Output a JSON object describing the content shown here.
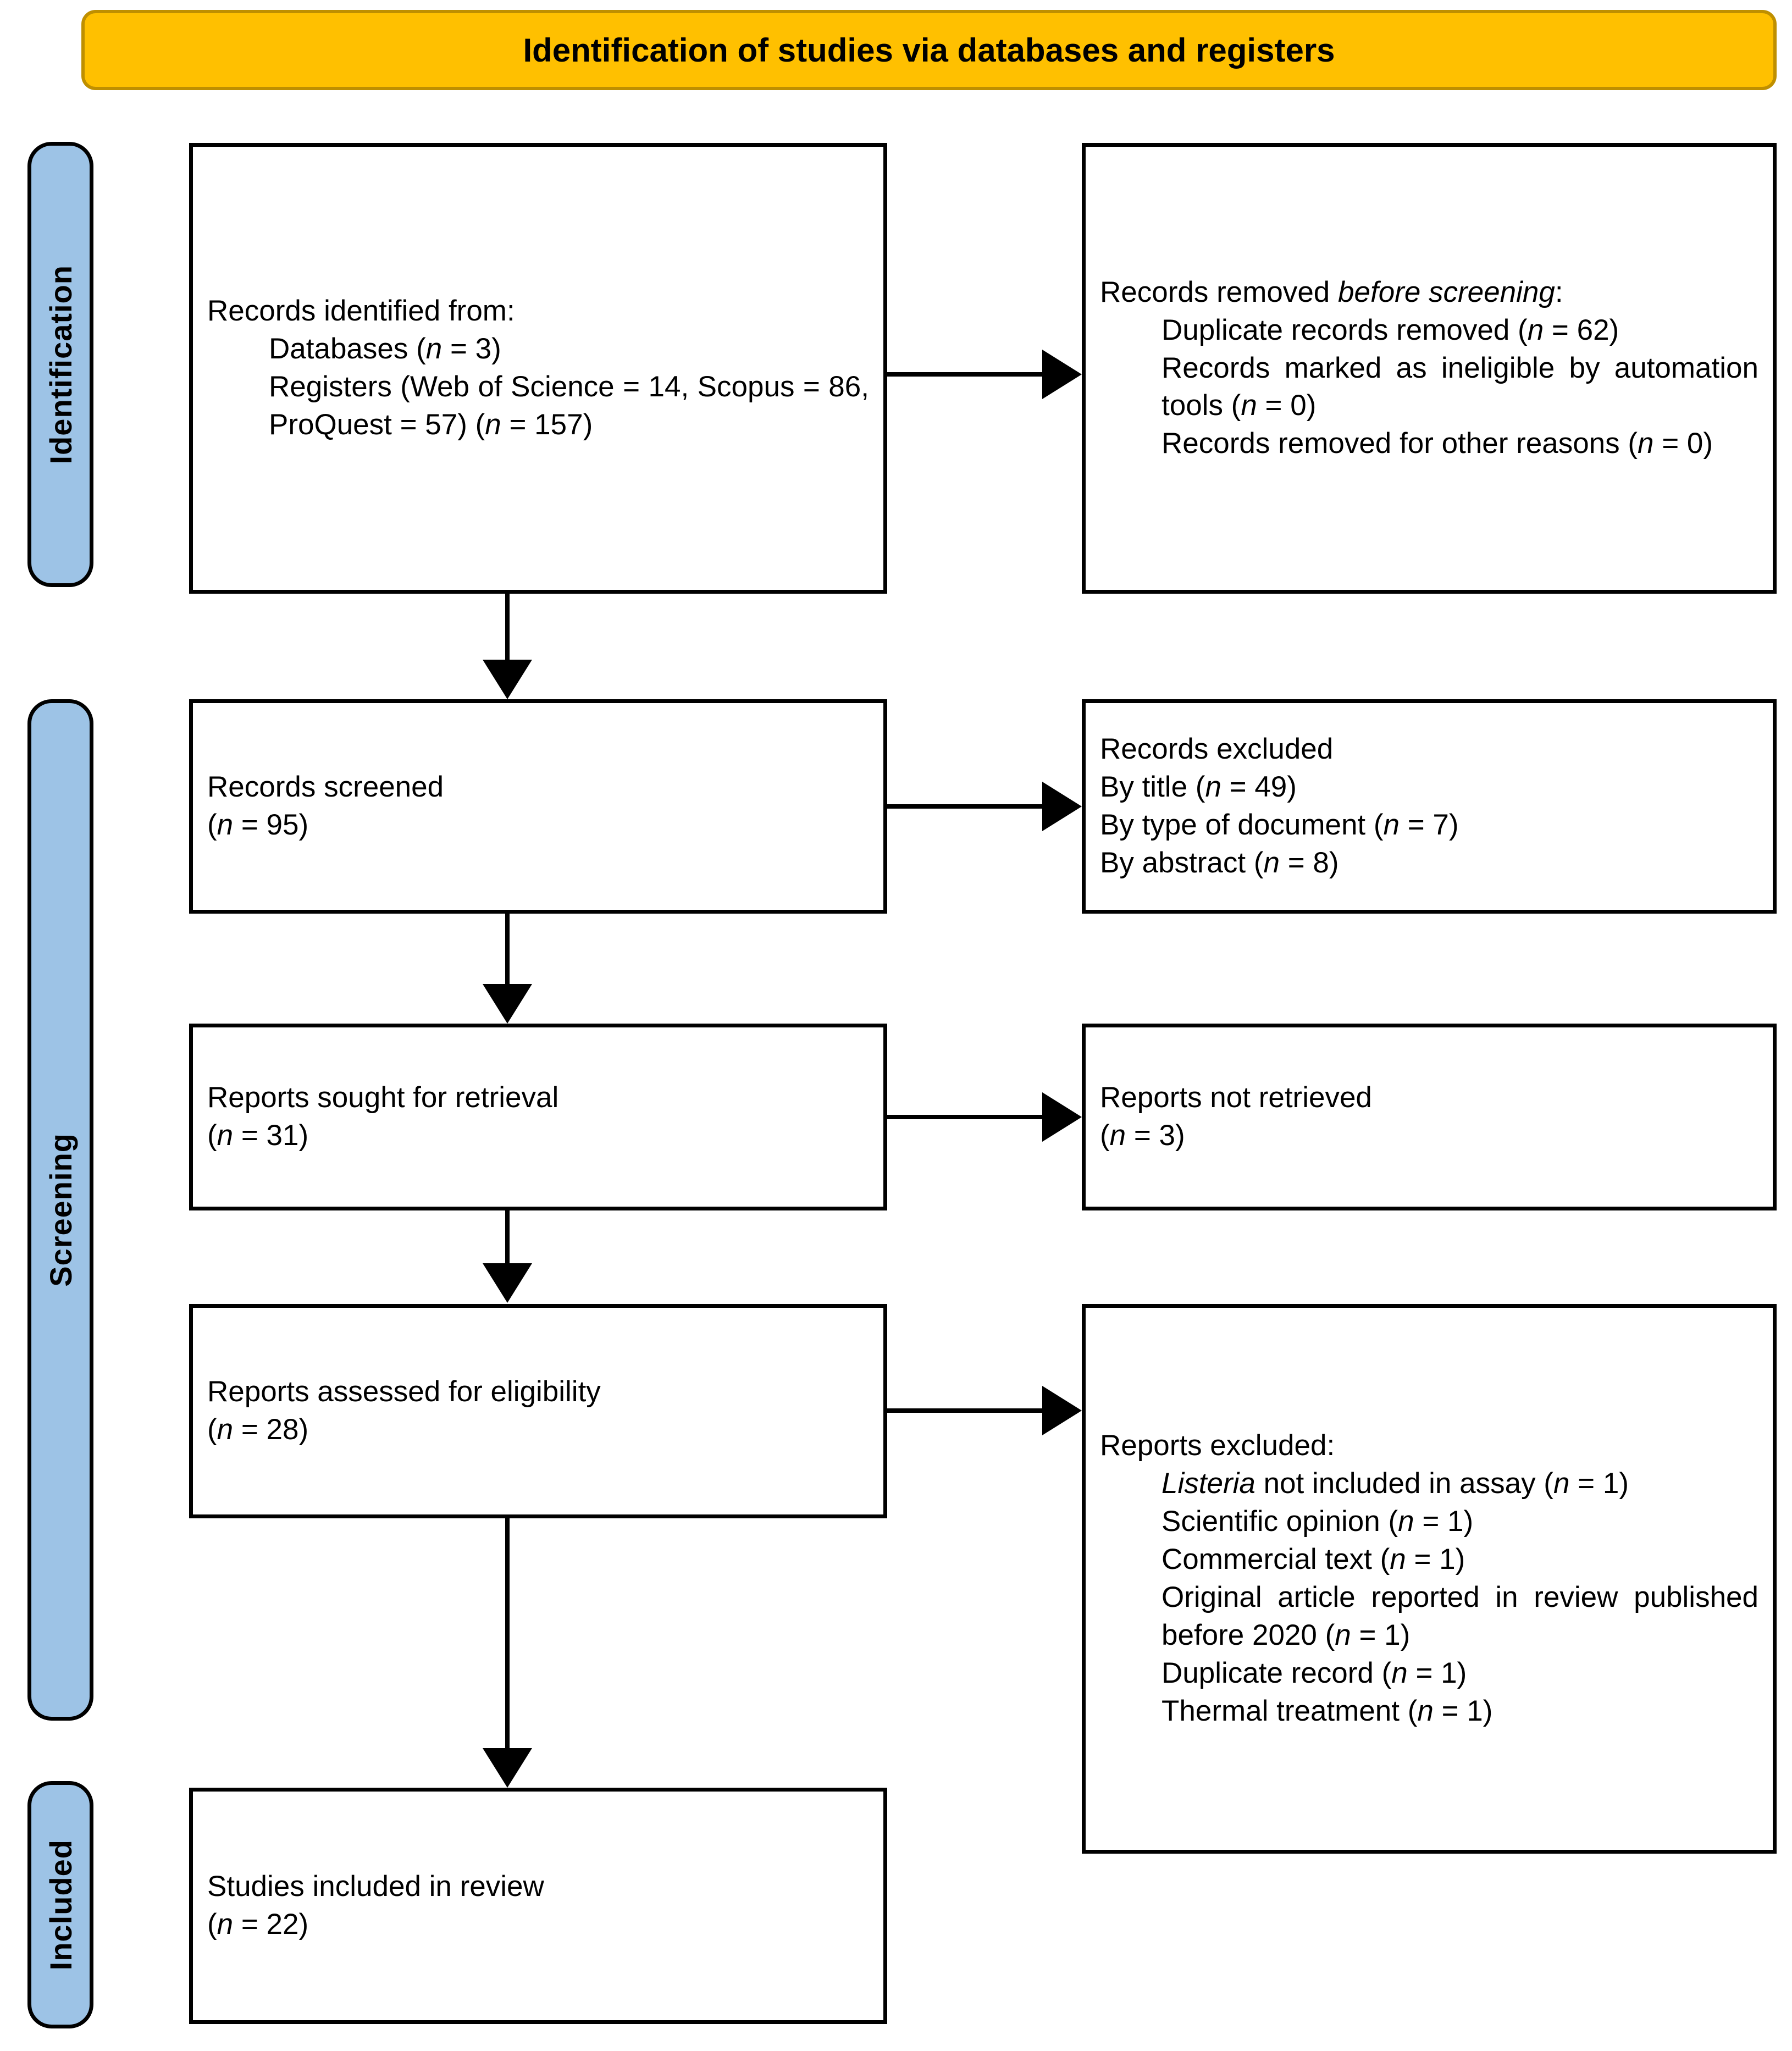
{
  "banner": {
    "title": "Identification of studies via databases and registers",
    "fill_color": "#FFC000",
    "border_color": "#BF8F00"
  },
  "stages": [
    {
      "id": "identification",
      "label": "Identification",
      "fill_color": "#9DC3E6"
    },
    {
      "id": "screening",
      "label": "Screening",
      "fill_color": "#9DC3E6"
    },
    {
      "id": "included",
      "label": "Included",
      "fill_color": "#9DC3E6"
    }
  ],
  "boxes": {
    "records_identified": {
      "line1": "Records identified from:",
      "line2": "Databases (n = 3)",
      "line3": "Registers (Web of Science = 14, Scopus = 86, ProQuest = 57) (n = 157)"
    },
    "records_removed": {
      "line1_a": "Records removed ",
      "line1_b": "before screening",
      "line1_c": ":",
      "line2": "Duplicate records removed (n = 62)",
      "line3": "Records marked as ineligible by automation tools (n = 0)",
      "line4": "Records removed for other reasons (n = 0)"
    },
    "records_screened": {
      "line1": "Records screened",
      "line2": "(n = 95)"
    },
    "records_excluded": {
      "line1": "Records excluded",
      "line2": "By title (n = 49)",
      "line3": "By type of document (n = 7)",
      "line4": "By abstract (n = 8)"
    },
    "reports_sought": {
      "line1": "Reports sought for retrieval",
      "line2": "(n = 31)"
    },
    "reports_not_retrieved": {
      "line1": "Reports not retrieved",
      "line2": "(n = 3)"
    },
    "reports_assessed": {
      "line1": "Reports assessed for eligibility",
      "line2": "(n = 28)"
    },
    "reports_excluded": {
      "line1": "Reports excluded:",
      "line2_a": "Listeria",
      "line2_b": " not included in assay (n = 1)",
      "line3": "Scientific opinion (n = 1)",
      "line4": "Commercial text (n = 1)",
      "line5": "Original article reported in review published before 2020 (n = 1)",
      "line6": "Duplicate record (n = 1)",
      "line7": "Thermal treatment (n = 1)"
    },
    "studies_included": {
      "line1": "Studies included in review",
      "line2": "(n = 22)"
    }
  }
}
